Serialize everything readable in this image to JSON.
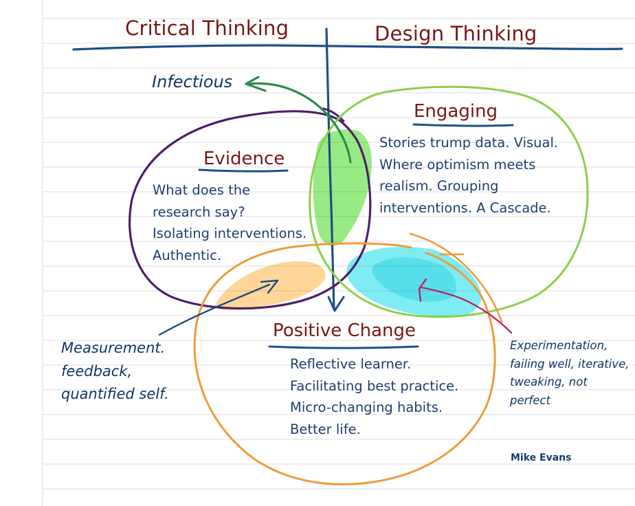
{
  "headers": {
    "left": "Critical Thinking",
    "right": "Design Thinking"
  },
  "arrow_label": "Infectious",
  "circles": {
    "evidence": {
      "title": "Evidence",
      "lines": [
        "What does the",
        "research say?",
        "Isolating interventions.",
        "Authentic."
      ]
    },
    "engaging": {
      "title": "Engaging",
      "lines": [
        "Stories trump data. Visual.",
        "Where optimism meets",
        "realism. Grouping",
        "interventions. A Cascade."
      ]
    },
    "positive_change": {
      "title": "Positive Change",
      "lines": [
        "Reflective learner.",
        "Facilitating best practice.",
        "Micro-changing habits.",
        "Better life."
      ]
    }
  },
  "side_notes": {
    "left": [
      "Measurement.",
      "feedback,",
      "quantified self."
    ],
    "right": [
      "Experimentation,",
      "failing well, iterative,",
      "tweaking, not",
      "perfect"
    ]
  },
  "author": "Mike Evans",
  "colors": {
    "ink_blue": "#1b4a7c",
    "title_red": "#7a1616",
    "evidence_circle": "#4d1f6b",
    "engaging_circle": "#8ccf4a",
    "change_circle": "#ef9a3a",
    "infectious_arrow": "#2f8a4c",
    "experiment_arrow": "#b3286b",
    "green_overlap": "#7fe06a",
    "orange_overlap": "#ffc46e",
    "cyan_overlap": "#5ae6ee",
    "ruled_lines": "#dcdde3",
    "margin_line": "#e2e2e8"
  }
}
